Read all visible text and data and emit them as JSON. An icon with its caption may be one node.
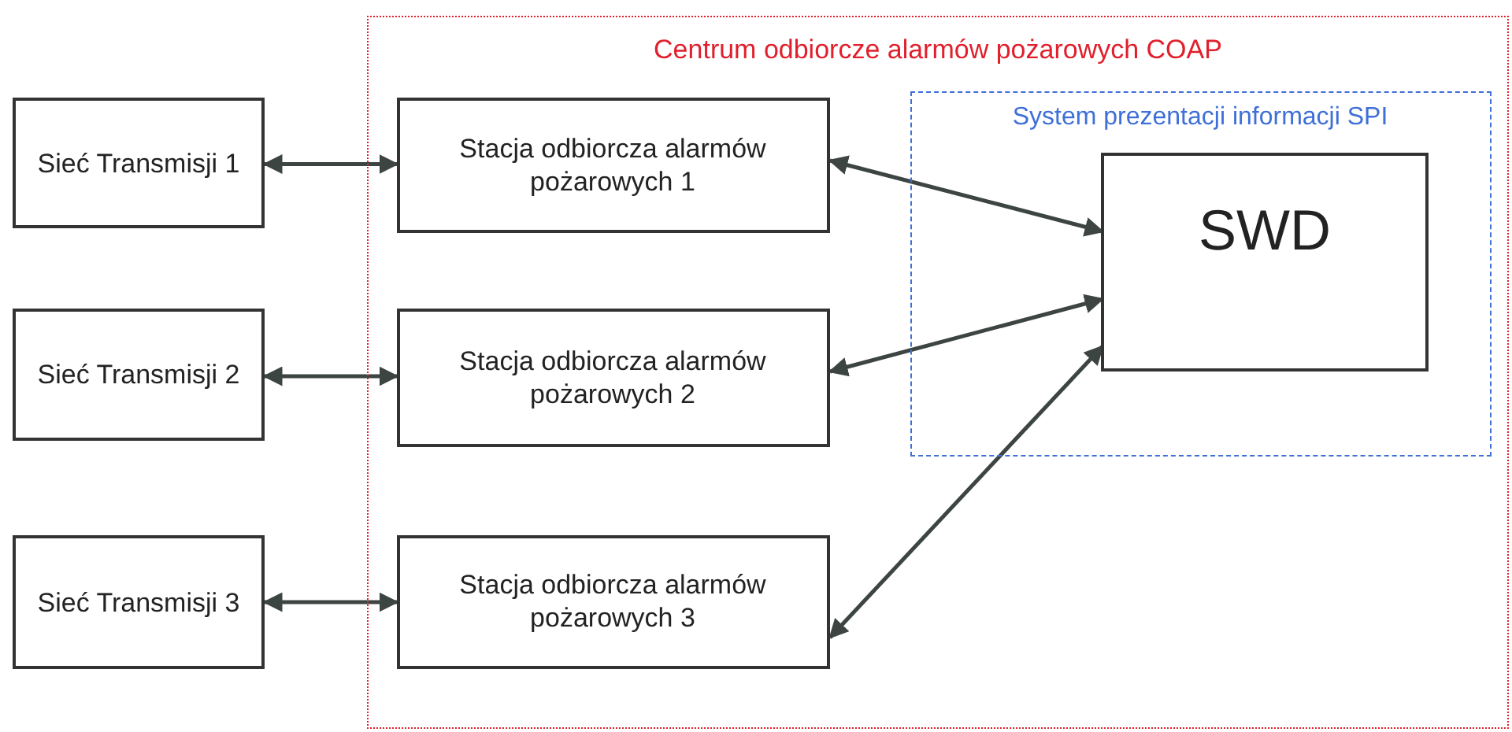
{
  "diagram": {
    "nodes": [
      {
        "text": [
          "Centrum odbiorcze alarmów pożarowych COAP"
        ]
      },
      {
        "text": [
          "System prezentacji informacji SPI"
        ],
        "in": 0
      },
      {
        "text": [
          "SWD"
        ],
        "in": 1
      },
      {
        "text": [
          "Sieć Transmisji 1"
        ]
      },
      {
        "text": [
          "Stacja odbiorcza alarmów pożarowych 1"
        ],
        "in": 0
      },
      {
        "text": [
          "Sieć Transmisji 2"
        ]
      },
      {
        "text": [
          "Stacja odbiorcza alarmów pożarowych 2"
        ],
        "in": 0
      },
      {
        "text": [
          "Sieć Transmisji 3"
        ]
      },
      {
        "text": [
          "Stacja odbiorcza alarmów pożarowych 3"
        ],
        "in": 0
      }
    ],
    "edges": [
      {
        "from": 3,
        "to": 4,
        "arrow": "both"
      },
      {
        "from": 5,
        "to": 6,
        "arrow": "both"
      },
      {
        "from": 7,
        "to": 8,
        "arrow": "both"
      },
      {
        "from": 4,
        "to": 2,
        "arrow": "both"
      },
      {
        "from": 6,
        "to": 2,
        "arrow": "both"
      },
      {
        "from": 8,
        "to": 2,
        "arrow": "both"
      }
    ]
  }
}
